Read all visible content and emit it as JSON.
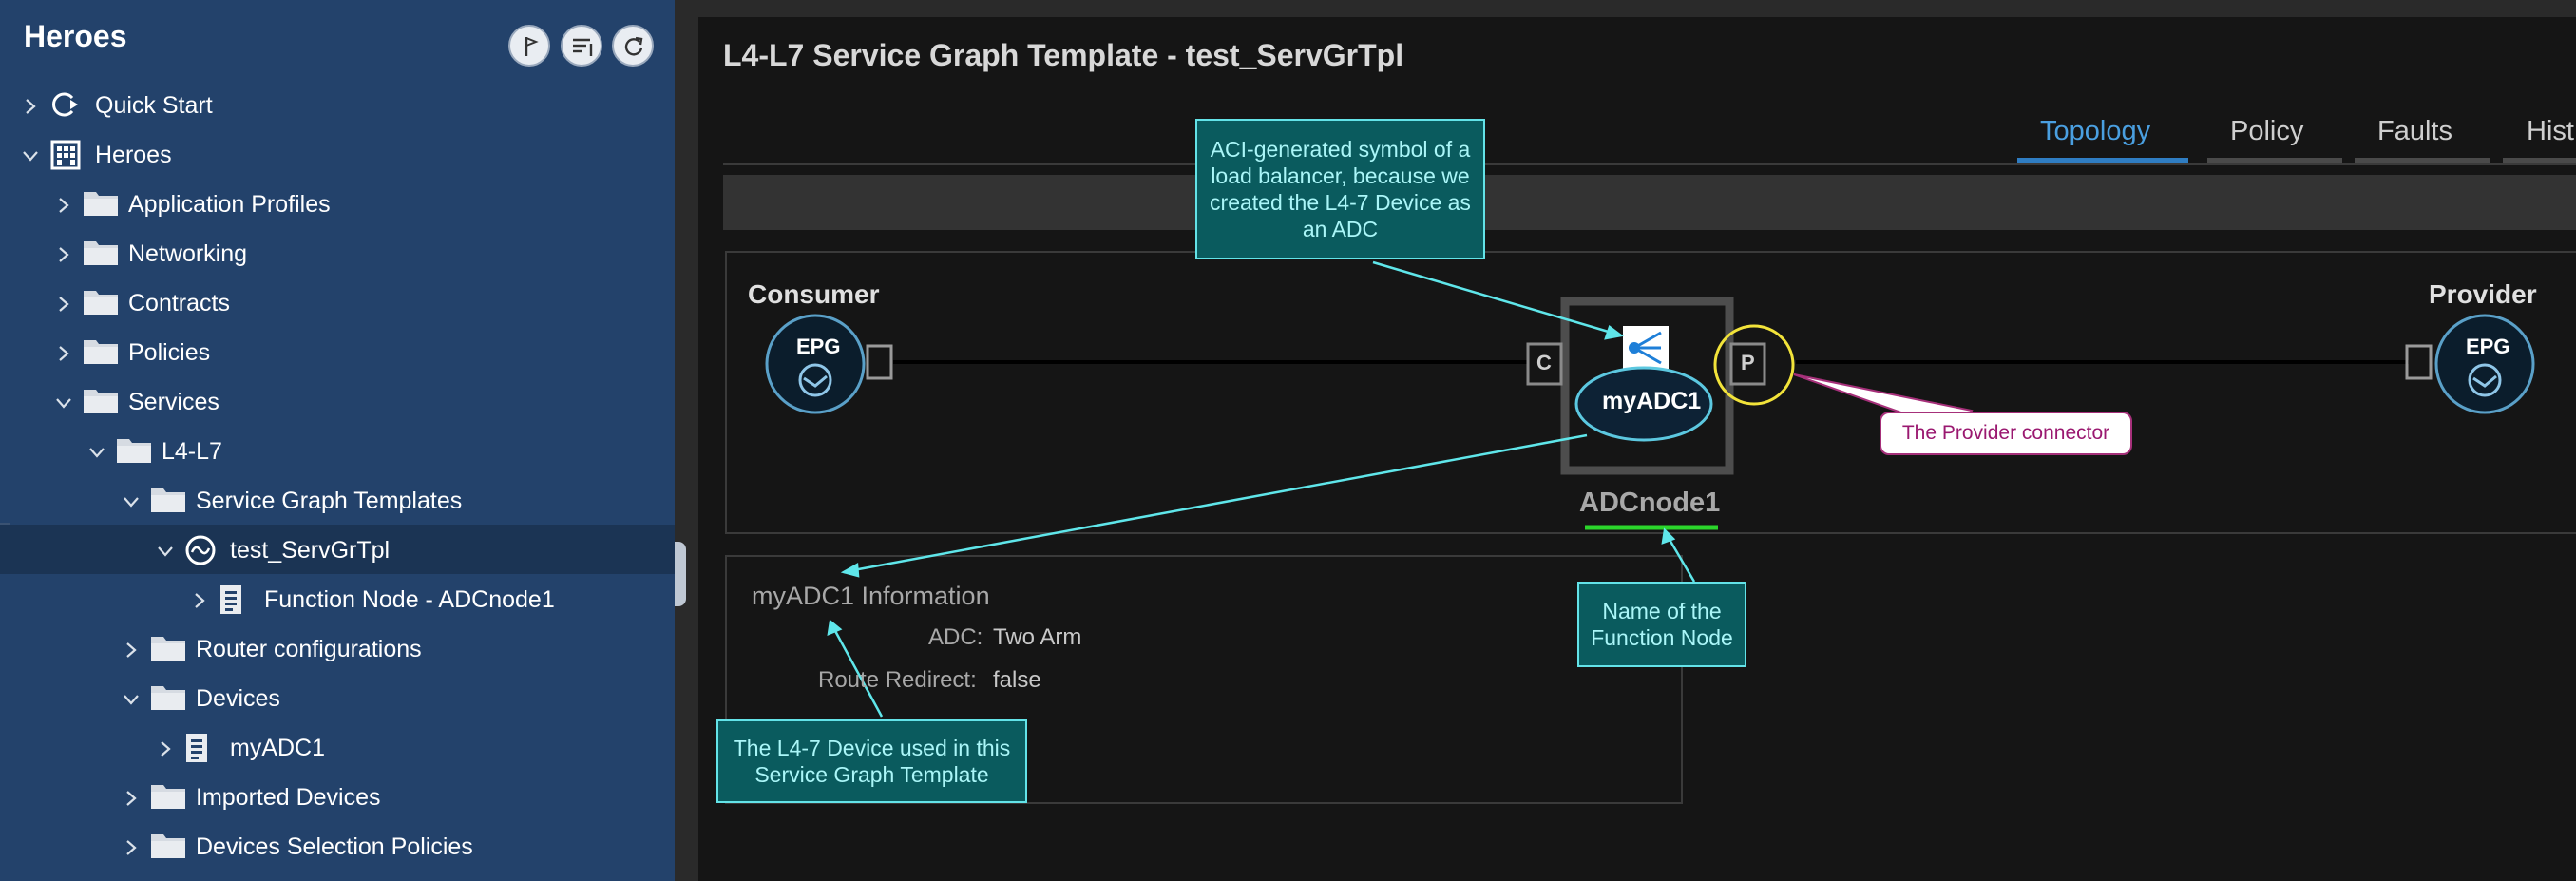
{
  "sidebar": {
    "title": "Heroes",
    "tree": [
      {
        "label": "Quick Start",
        "icon": "quick-start-icon",
        "expanded": false
      },
      {
        "label": "Heroes",
        "icon": "tenant-building-icon",
        "expanded": true
      },
      {
        "label": "Application Profiles",
        "icon": "folder-icon",
        "expanded": false
      },
      {
        "label": "Networking",
        "icon": "folder-icon",
        "expanded": false
      },
      {
        "label": "Contracts",
        "icon": "folder-icon",
        "expanded": false
      },
      {
        "label": "Policies",
        "icon": "folder-icon",
        "expanded": false
      },
      {
        "label": "Services",
        "icon": "folder-icon",
        "expanded": true
      },
      {
        "label": "L4-L7",
        "icon": "folder-icon",
        "expanded": true
      },
      {
        "label": "Service Graph Templates",
        "icon": "folder-icon",
        "expanded": true
      },
      {
        "label": "test_ServGrTpl",
        "icon": "service-graph-icon",
        "expanded": true,
        "selected": true
      },
      {
        "label": "Function Node - ADCnode1",
        "icon": "document-icon",
        "expanded": false
      },
      {
        "label": "Router configurations",
        "icon": "folder-icon",
        "expanded": false
      },
      {
        "label": "Devices",
        "icon": "folder-icon",
        "expanded": true
      },
      {
        "label": "myADC1",
        "icon": "document-icon",
        "expanded": false
      },
      {
        "label": "Imported Devices",
        "icon": "folder-icon",
        "expanded": false
      },
      {
        "label": "Devices Selection Policies",
        "icon": "folder-icon",
        "expanded": false
      }
    ]
  },
  "main": {
    "title": "L4-L7 Service Graph Template - test_ServGrTpl",
    "tabs": [
      {
        "label": "Topology",
        "active": true
      },
      {
        "label": "Policy",
        "active": false
      },
      {
        "label": "Faults",
        "active": false
      },
      {
        "label": "Hist",
        "active": false
      }
    ]
  },
  "graph": {
    "consumer_label": "Consumer",
    "provider_label": "Provider",
    "epg_label": "EPG",
    "consumer_connector": "C",
    "provider_connector": "P",
    "device_name": "myADC1",
    "node_name": "ADCnode1"
  },
  "info": {
    "title": "myADC1 Information",
    "adc_label": "ADC:",
    "adc_value": "Two Arm",
    "route_label": "Route Redirect:",
    "route_value": "false"
  },
  "annotations": {
    "lb_symbol": "ACI-generated symbol of a load balancer, because we created the L4-7 Device as an ADC",
    "provider": "The Provider connector",
    "function_node": "Name of the Function Node",
    "device_used": "The L4-7 Device used in this Service Graph Template"
  },
  "colors": {
    "sidebar_bg": "#23426b",
    "accent": "#4a9fe0",
    "callout_border": "#63e3e8",
    "provider_callout_border": "#a6307a",
    "highlight_circle": "#f2e33a",
    "underline": "#2bd62b"
  }
}
